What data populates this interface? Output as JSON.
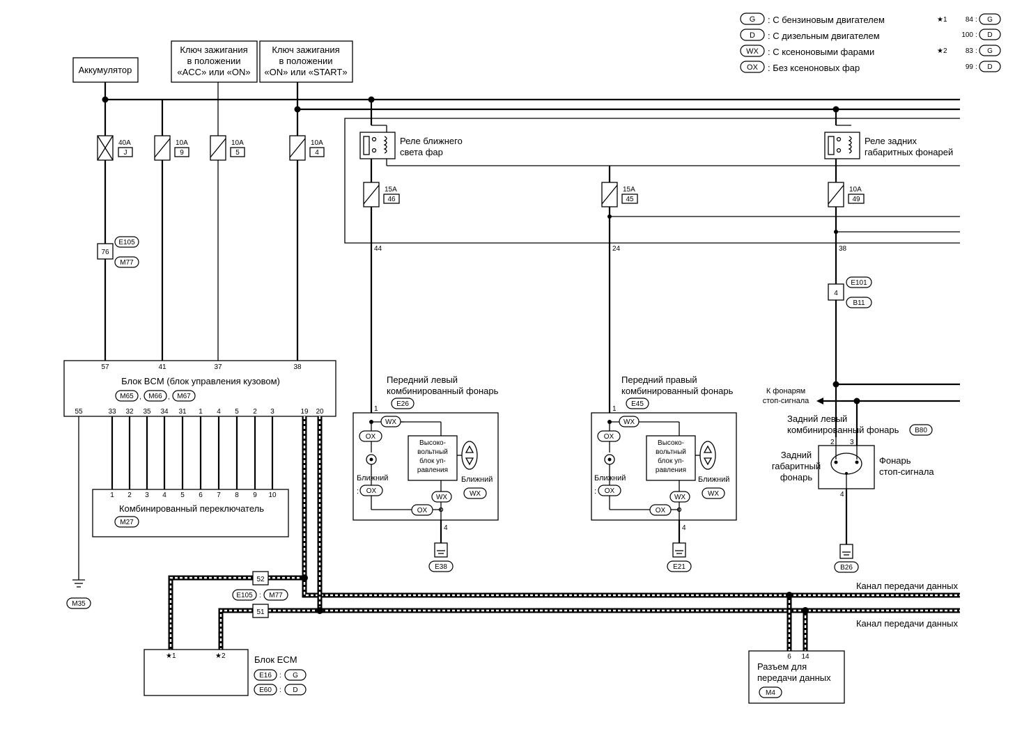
{
  "legend": {
    "items": [
      {
        "code": "G",
        "text": ": С бензиновым двигателем"
      },
      {
        "code": "D",
        "text": ": С дизельным двигателем"
      },
      {
        "code": "WX",
        "text": ": С ксеноновыми фарами"
      },
      {
        "code": "OX",
        "text": ": Без ксеноновых фар"
      }
    ],
    "notes": [
      {
        "star": "★1",
        "num": "84",
        "code": "G"
      },
      {
        "num": "100",
        "code": "D"
      },
      {
        "star": "★2",
        "num": "83",
        "code": "G"
      },
      {
        "num": "99",
        "code": "D"
      }
    ]
  },
  "sources": {
    "battery": "Аккумулятор",
    "acc": [
      "Ключ зажигания",
      "в положении",
      "«ACC» или «ON»"
    ],
    "start": [
      "Ключ зажигания",
      "в положении",
      "«ON» или «START»"
    ]
  },
  "fuses": [
    {
      "amp": "40A",
      "id": "J"
    },
    {
      "amp": "10A",
      "id": "9"
    },
    {
      "amp": "10A",
      "id": "5"
    },
    {
      "amp": "10A",
      "id": "4"
    },
    {
      "amp": "15A",
      "id": "46"
    },
    {
      "amp": "15A",
      "id": "45"
    },
    {
      "amp": "10A",
      "id": "49"
    }
  ],
  "relays": {
    "low": [
      "Реле ближнего",
      "света фар"
    ],
    "tail": [
      "Реле задних",
      "габаритных фонарей"
    ]
  },
  "pins": {
    "p44": "44",
    "p24": "24",
    "p38": "38",
    "p4": "4",
    "p76": "76",
    "c52": "52",
    "c51": "51"
  },
  "connectors": {
    "e105": "E105",
    "m77": "M77",
    "e101": "E101",
    "b11": "B11"
  },
  "bcm": {
    "title": "Блок BCM (блок управления кузовом)",
    "conn": [
      "M65",
      "M66",
      "M67"
    ],
    "top_pins": [
      "57",
      "41",
      "37",
      "38"
    ],
    "bottom_pins": [
      "55",
      "33",
      "32",
      "35",
      "34",
      "31",
      "1",
      "4",
      "5",
      "2",
      "3",
      "19",
      "20"
    ]
  },
  "combo_switch": {
    "title": "Комбинированный переключатель",
    "conn": "M27",
    "pins": [
      "1",
      "2",
      "3",
      "4",
      "5",
      "6",
      "7",
      "8",
      "9",
      "10"
    ]
  },
  "front_left": {
    "title": [
      "Передний левый",
      "комбинированный фонарь"
    ],
    "conn": "E26",
    "ground": "E38"
  },
  "front_right": {
    "title": [
      "Передний правый",
      "комбинированный фонарь"
    ],
    "conn": "E45",
    "ground": "E21"
  },
  "lamp_inner": {
    "pin1": "1",
    "pin4": "4",
    "wx": "WX",
    "ox": "OX",
    "hv": [
      "Высоко-",
      "вольтный",
      "блок уп-",
      "равления"
    ],
    "low": "Ближний"
  },
  "rear_left": {
    "to_stop": [
      "К фонарям",
      "стоп-сигнала"
    ],
    "title": [
      "Задний левый",
      "комбинированный фонарь"
    ],
    "conn": "B80",
    "tail": [
      "Задний",
      "габаритный",
      "фонарь"
    ],
    "stop": [
      "Фонарь",
      "стоп-сигнала"
    ],
    "pins": [
      "2",
      "3",
      "4"
    ],
    "ground": "B26"
  },
  "ground_m35": "M35",
  "ecm": {
    "title": "Блок ECM",
    "pins": [
      "★1",
      "★2"
    ],
    "conn1": "E16",
    "code1": "G",
    "conn2": "E60",
    "code2": "D"
  },
  "can": {
    "label1": "Канал передачи данных",
    "label2": "Канал передачи данных"
  },
  "dlc": {
    "title": [
      "Разъем для",
      "передачи данных"
    ],
    "conn": "M4",
    "pins": [
      "6",
      "14"
    ]
  }
}
